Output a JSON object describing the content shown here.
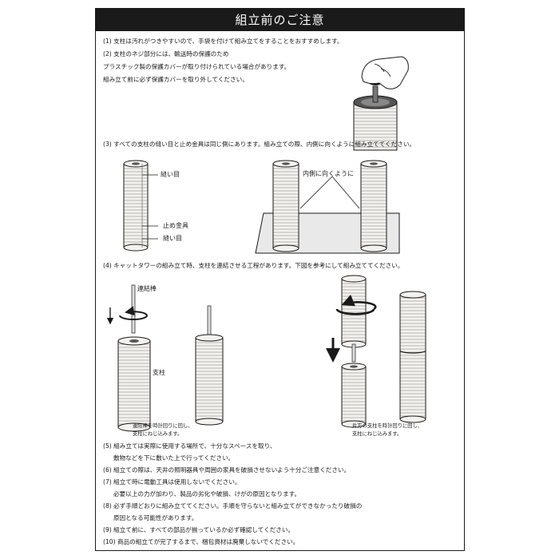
{
  "title": "組立前のご注意",
  "notes": {
    "n1": "(1) 支柱は汚れがつきやすいので、手袋を付けて組み立てをすることをおすすめします。",
    "n2a": "(2) 支柱のネジ部分には、輸送時の保護のため",
    "n2b": "プラスチック製の保護カバーが取り付けられている場合があります。",
    "n2c": "組み立て前に必ず保護カバーを取り外してください。",
    "n3": "(3) すべての支柱の縫い目と止め金具は同じ側にあります。組み立ての際、内側に向くように組み立ててください。",
    "n4": "(4) キャットタワーの組み立て時、支柱を連結させる工程があります。下図を参考にして組み立ててください。",
    "n5a": "(5) 組み立ては実際に使用する場所で、十分なスペースを取り、",
    "n5b": "敷物などを下に敷いた上で行ってください。",
    "n6": "(6) 組立ての際は、天井の照明器具や周囲の家具を破損させないよう十分ご注意ください。",
    "n7a": "(7) 組立て時に電動工具は使用しないでください。",
    "n7b": "必要以上の力が加わり、製品の劣化や破損、けがの原因となります。",
    "n8a": "(8) 必ず手順どおりに組み立ててください。手順を守らないと組み立てができなかったり破損の",
    "n8b": "原因となる可能性があります。",
    "n9": "(9) 組立て前に、すべての部品が揃っているか必ず確認してください。",
    "n10": "(10) 商品の組立てが完了するまで、梱包資材は廃棄しないでください。"
  },
  "labels": {
    "seam": "縫い目",
    "fastener": "止め金具",
    "seam2": "縫い目",
    "inward": "内側に向くように",
    "rod": "連結棒",
    "post": "支柱",
    "cap_left_1": "連結棒を時計回りに回し、",
    "cap_left_2": "支柱にねじ込みます。",
    "cap_right_1": "片方の支柱を時計回りに回し、",
    "cap_right_2": "支柱にねじ込みます。"
  },
  "colors": {
    "ink": "#1a1a1a",
    "post_fill": "#f4f2ef",
    "stripe": "#b9b6b0",
    "floor": "#e9e9e9"
  },
  "icons": {
    "hand": "hand-removing-cap-icon",
    "rotate": "rotate-clockwise-arrow-icon",
    "down": "down-arrow-icon"
  }
}
